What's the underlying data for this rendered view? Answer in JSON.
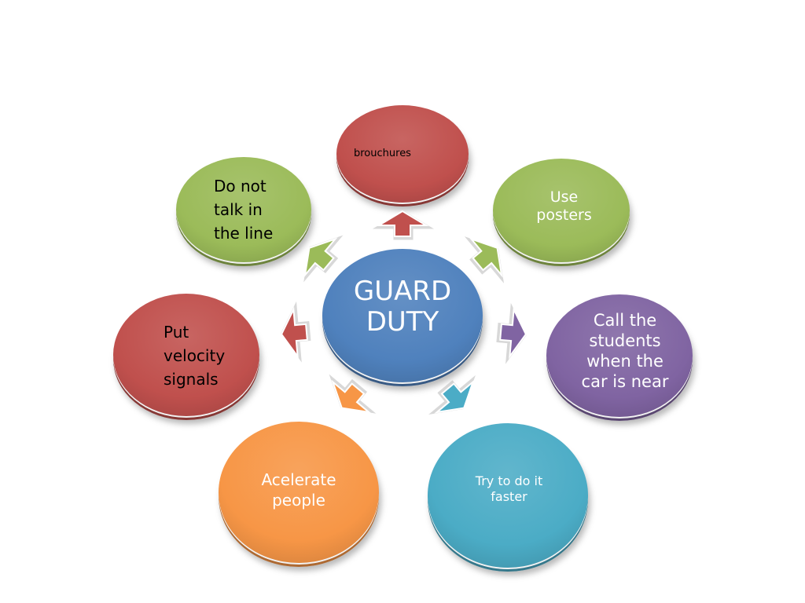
{
  "center": {
    "lines": [
      "GUARD",
      "DUTY"
    ],
    "color": "#4f81bd"
  },
  "nodes": [
    {
      "id": "brouchures",
      "lines": [
        "brouchures"
      ],
      "color": "#c0504d"
    },
    {
      "id": "use-posters",
      "lines": [
        "Use",
        "posters"
      ],
      "color": "#9bbb59"
    },
    {
      "id": "call-students",
      "lines": [
        "Call the",
        "students",
        "when the",
        "car is  near"
      ],
      "color": "#8064a2"
    },
    {
      "id": "try-faster",
      "lines": [
        "Try to do it",
        "faster"
      ],
      "color": "#4bacc6"
    },
    {
      "id": "acelerate-people",
      "lines": [
        "Acelerate",
        "people"
      ],
      "color": "#f79646"
    },
    {
      "id": "put-velocity",
      "lines": [
        "Put",
        "velocity",
        "signals"
      ],
      "color": "#c0504d"
    },
    {
      "id": "do-not-talk",
      "lines": [
        "Do not",
        "talk in",
        "the line"
      ],
      "color": "#9bbb59"
    }
  ]
}
